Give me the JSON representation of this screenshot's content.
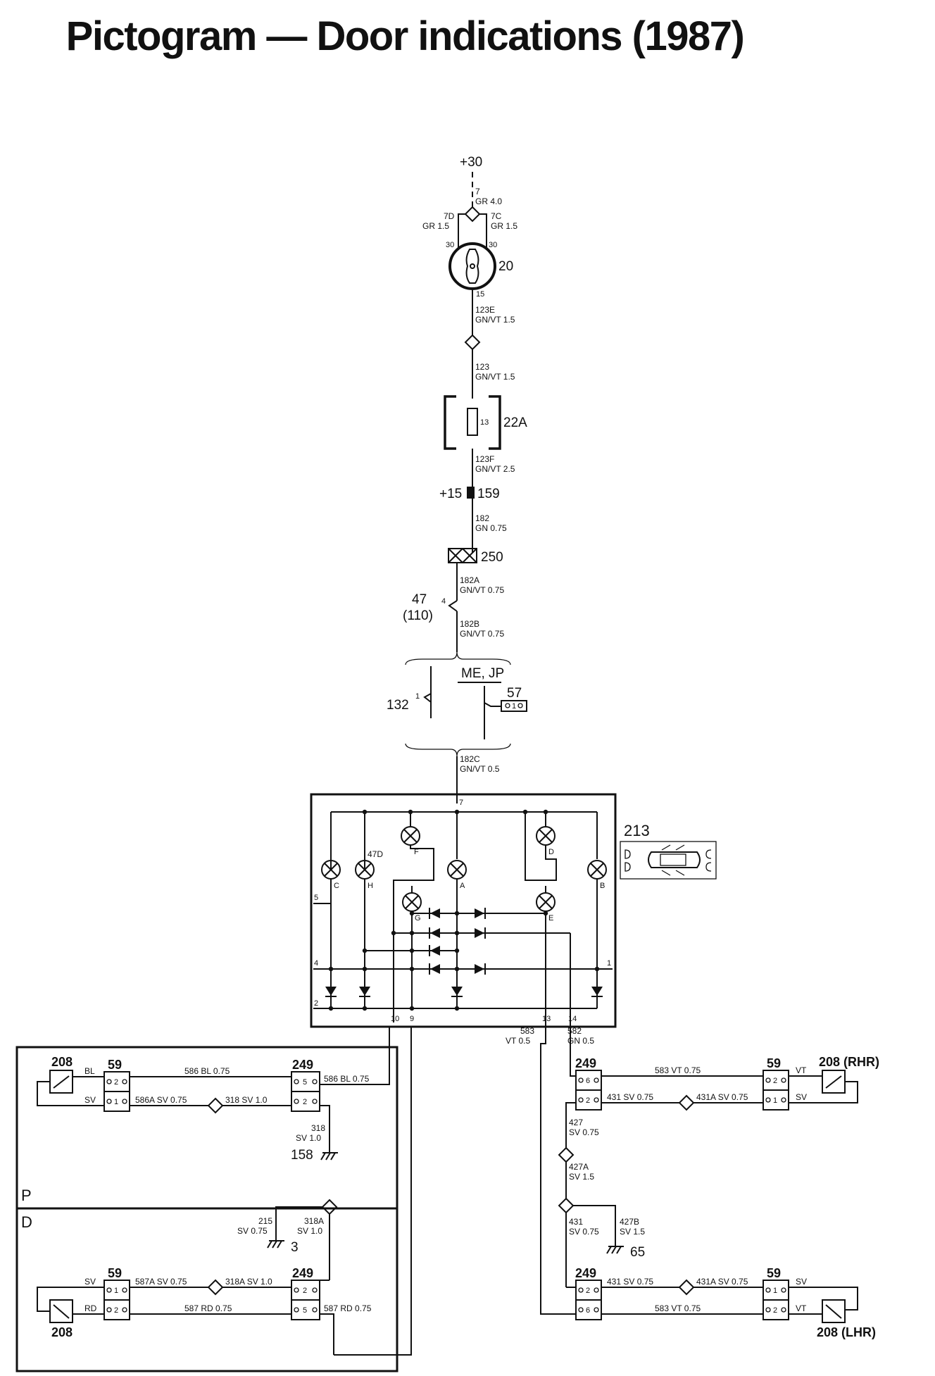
{
  "title": "Pictogram — Door indications (1987)",
  "supply": {
    "terminal_30": "+30",
    "w7": "7",
    "w7_spec": "GR 4.0",
    "w7d": "7D",
    "w7d_spec": "GR 1.5",
    "w7c": "7C",
    "w7c_spec": "GR 1.5",
    "pin30a": "30",
    "pin30b": "30",
    "pin15": "15",
    "ign_switch": "20",
    "w123e": "123E",
    "w123e_spec": "GN/VT 1.5",
    "w123": "123",
    "w123_spec": "GN/VT 1.5",
    "fuse_box": "22A",
    "fuse_no": "13",
    "w123f": "123F",
    "w123f_spec": "GN/VT 2.5",
    "plus15": "+15",
    "junction": "159",
    "w182": "182",
    "w182_spec": "GN 0.75",
    "connector": "250",
    "w182a": "182A",
    "w182a_spec": "GN/VT 0.75",
    "conn47": "47",
    "conn110": "(110)",
    "pin4": "4",
    "w182b": "182B",
    "w182b_spec": "GN/VT 0.75",
    "markets": "ME, JP",
    "block132": "132",
    "pin1": "1",
    "conn57": "57",
    "w182c": "182C",
    "w182c_spec": "GN/VT 0.5"
  },
  "panel": {
    "id": "213",
    "pin7": "7",
    "pin5": "5",
    "pin4": "4",
    "pin2": "2",
    "pin1": "1",
    "pin10": "10",
    "pin9": "9",
    "pin13": "13",
    "pin14": "14",
    "lamp_c": "C",
    "lamp_h": "H",
    "lamp_f": "F",
    "lamp_a": "A",
    "lamp_d": "D",
    "lamp_b": "B",
    "lamp_g": "G",
    "lamp_e": "E",
    "r47d": "47D"
  },
  "left": {
    "label_p": "P",
    "label_d": "D",
    "sw_top": "208",
    "sw_bot": "208",
    "c59_top": "59",
    "c59_bot": "59",
    "c249_top": "249",
    "c249_bot": "249",
    "bl": "BL",
    "sv_top": "SV",
    "sv_bot": "SV",
    "rd": "RD",
    "w586": "586 BL 0.75",
    "w586b": "586 BL 0.75",
    "w586a": "586A SV 0.75",
    "w318": "318 SV 1.0",
    "w318v": "318",
    "w318v_spec": "SV 1.0",
    "gnd158": "158",
    "w215": "215",
    "w215_spec": "SV 0.75",
    "gnd3": "3",
    "w318a_v": "318A",
    "w318a_v_spec": "SV 1.0",
    "w587a": "587A SV 0.75",
    "w318a": "318A SV 1.0",
    "w587": "587 RD 0.75",
    "w587b": "587 RD 0.75"
  },
  "right": {
    "w583": "583",
    "w583_spec": "VT 0.5",
    "w582": "582",
    "w582_spec": "GN 0.5",
    "c249_top": "249",
    "c249_bot": "249",
    "c59_top": "59",
    "c59_bot": "59",
    "sw_rhr": "208 (RHR)",
    "sw_lhr": "208 (LHR)",
    "w583t": "583 VT 0.75",
    "w583b": "583 VT 0.75",
    "w431t": "431 SV 0.75",
    "w431at": "431A SV 0.75",
    "w431b": "431 SV 0.75",
    "w431ab": "431A SV 0.75",
    "vt_top": "VT",
    "sv_top": "SV",
    "sv_bot": "SV",
    "vt_bot": "VT",
    "w427": "427",
    "w427_spec": "SV 0.75",
    "w427a": "427A",
    "w427a_spec": "SV 1.5",
    "w431v": "431",
    "w431v_spec": "SV 0.75",
    "w427b": "427B",
    "w427b_spec": "SV 1.5",
    "gnd65": "65"
  },
  "pins": {
    "p1": "1",
    "p2": "2",
    "p5": "5",
    "p6": "6"
  }
}
